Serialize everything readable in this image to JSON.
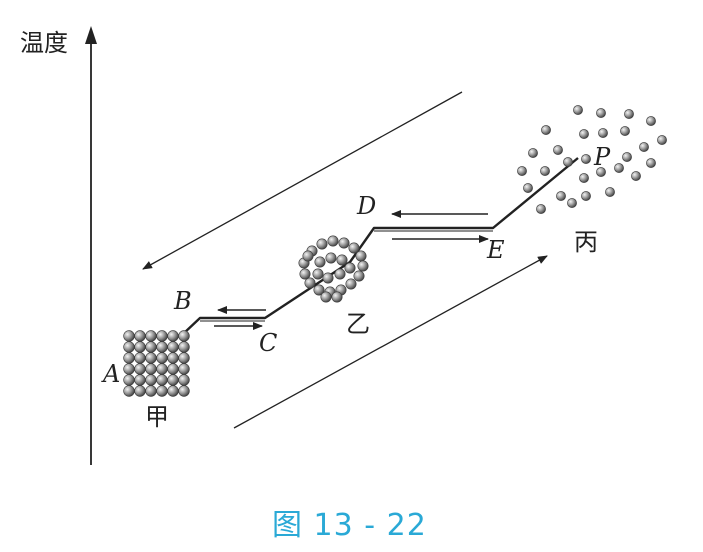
{
  "axis": {
    "label": "温度"
  },
  "states": {
    "solid": "甲",
    "liquid": "乙",
    "gas": "丙"
  },
  "points": {
    "A": "A",
    "B": "B",
    "C": "C",
    "D": "D",
    "E": "E",
    "P": "P"
  },
  "caption": "图 13 - 22",
  "colors": {
    "line": "#222222",
    "caption": "#2aa9d6",
    "ball": "#9a9a9a"
  }
}
